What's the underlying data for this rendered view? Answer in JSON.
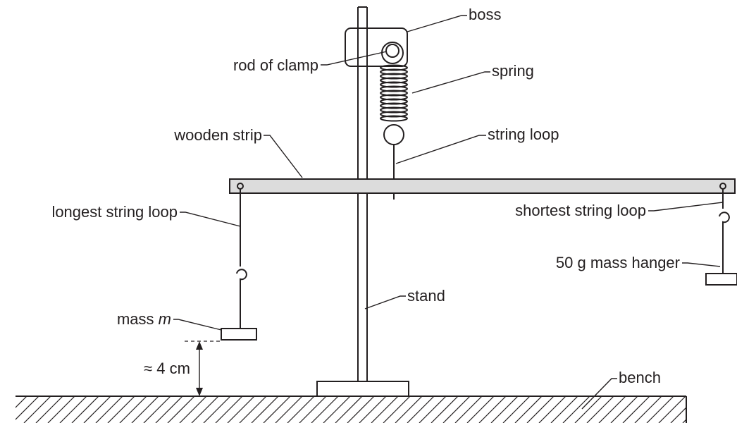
{
  "labels": {
    "boss": "boss",
    "rod_of_clamp": "rod of clamp",
    "spring": "spring",
    "wooden_strip": "wooden strip",
    "string_loop": "string loop",
    "longest_string_loop": "longest string loop",
    "shortest_string_loop": "shortest string loop",
    "mass_hanger": "50 g mass hanger",
    "stand": "stand",
    "mass_prefix": "mass ",
    "mass_symbol": "m",
    "height": "≈ 4 cm",
    "bench": "bench"
  },
  "colors": {
    "ink": "#231f20",
    "strip_fill": "#dcdcdc"
  }
}
